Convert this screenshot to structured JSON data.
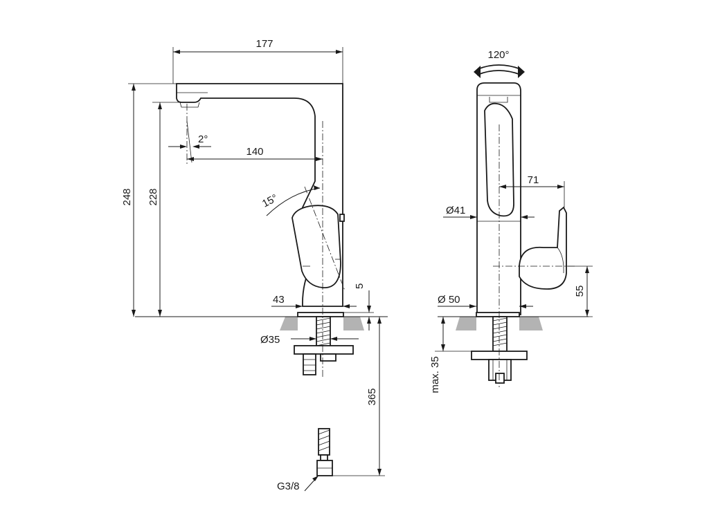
{
  "dimensions": {
    "width_total": "177",
    "spout_reach": "140",
    "spout_angle": "2°",
    "lever_angle": "15°",
    "overall_height": "248",
    "spout_height": "228",
    "base_diameter_left": "43",
    "base_thickness": "5",
    "hole_diameter": "Ø35",
    "hose_length": "365",
    "connection": "G3/8",
    "swivel_angle": "120°",
    "lever_reach": "71",
    "body_diameter": "Ø41",
    "base_diameter_right": "Ø 50",
    "lever_height": "55",
    "max_thickness": "max. 35"
  },
  "colors": {
    "line": "#1a1a1a",
    "surface": "#b3b3b3",
    "background": "#ffffff"
  }
}
